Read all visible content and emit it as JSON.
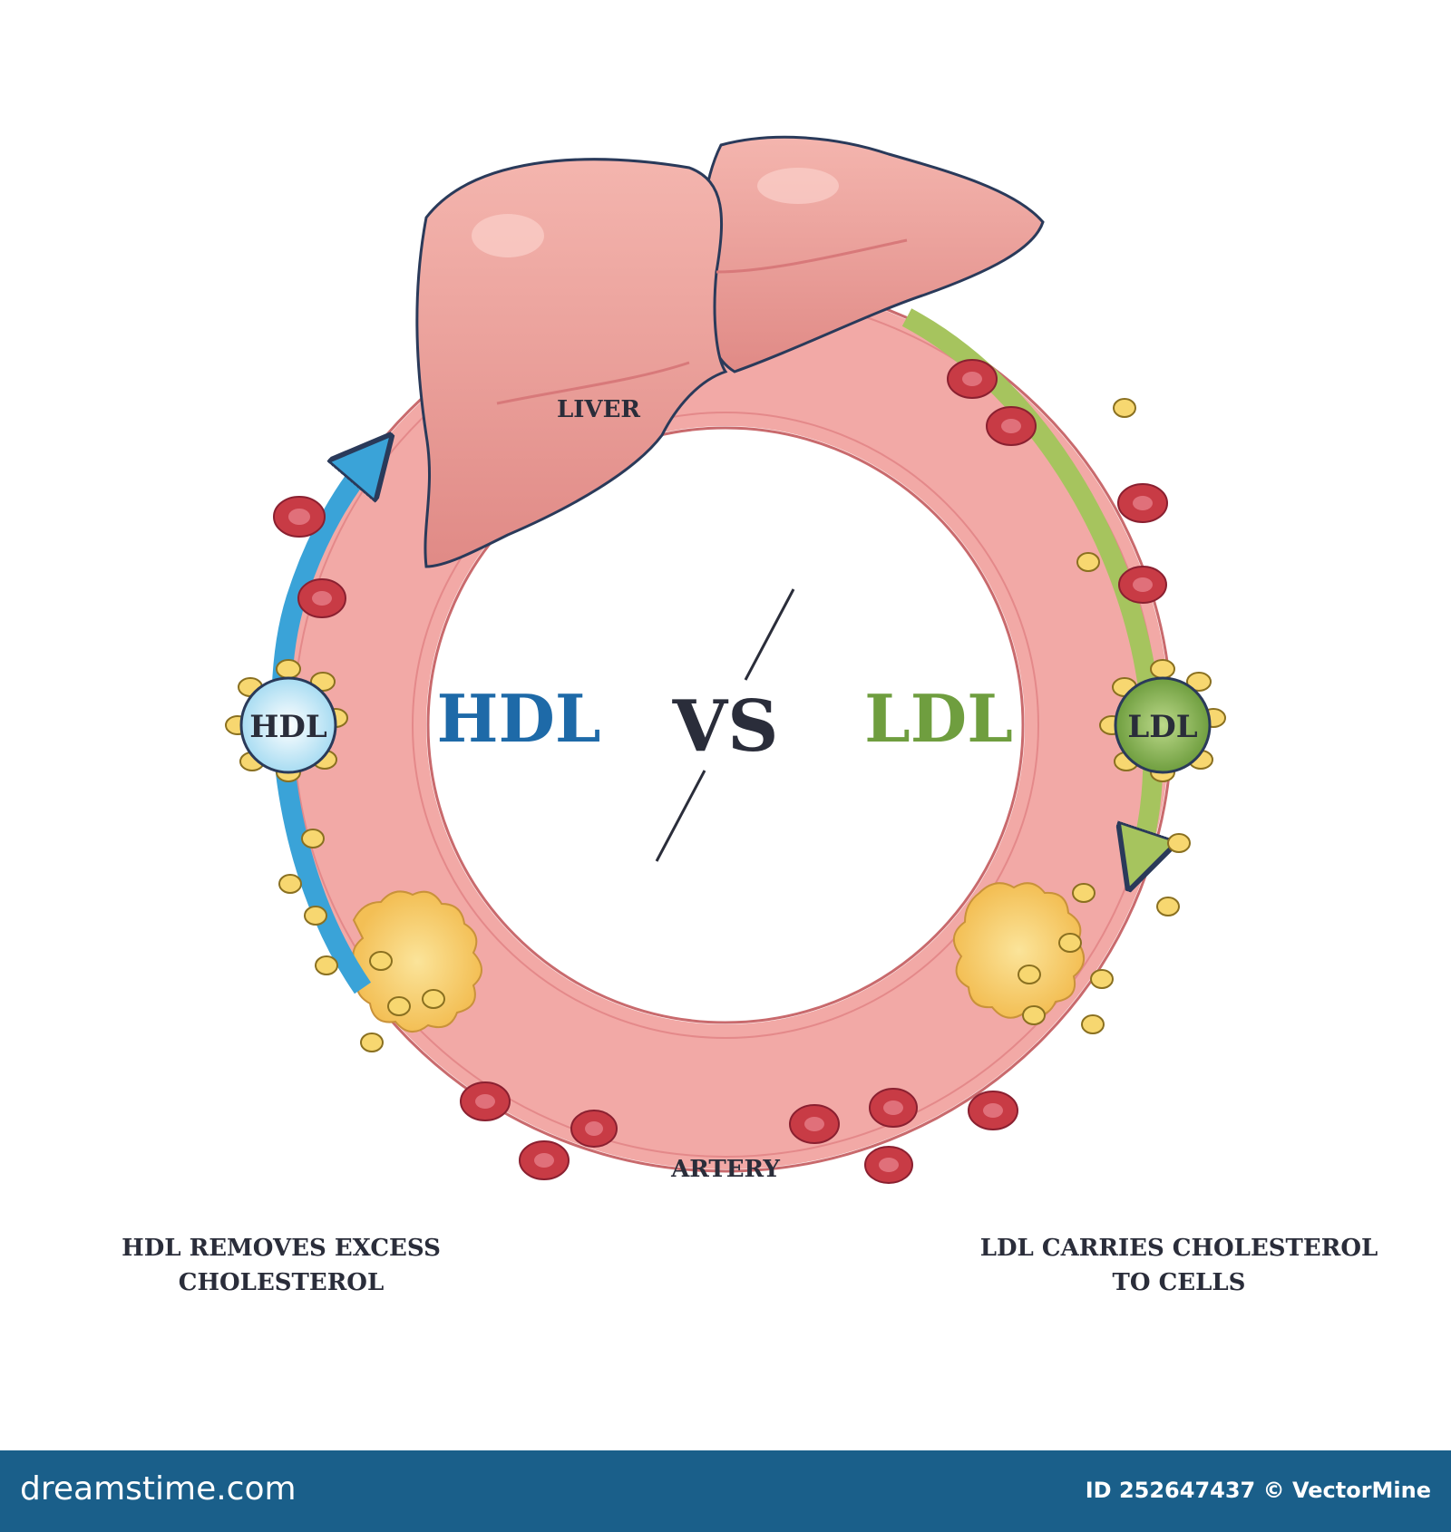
{
  "labels": {
    "liver": "LIVER",
    "artery": "ARTERY",
    "hdl_title": "HDL",
    "vs": "VS",
    "ldl_title": "LDL",
    "hdl_particle": "HDL",
    "ldl_particle": "LDL"
  },
  "captions": {
    "hdl": "HDL REMOVES EXCESS CHOLESTEROL",
    "ldl": "LDL CARRIES CHOLESTEROL TO CELLS"
  },
  "footer": {
    "site": "dreamstime.com",
    "credit": "ID 252647437 © VectorMine"
  },
  "colors": {
    "artery": "#f2a9a6",
    "artery_outline": "#c96a6d",
    "liver": "#e99691",
    "liver_shadow": "#d8797a",
    "hdl_blue": "#1e6aa8",
    "hdl_arrow": "#3aa3d8",
    "ldl_green": "#6f9e3f",
    "ldl_arrow": "#a6c45e",
    "red_cell": "#c83b45",
    "cholesterol": "#f7d770",
    "plaque": "#f6c868",
    "text_dark": "#2a2d3a"
  }
}
